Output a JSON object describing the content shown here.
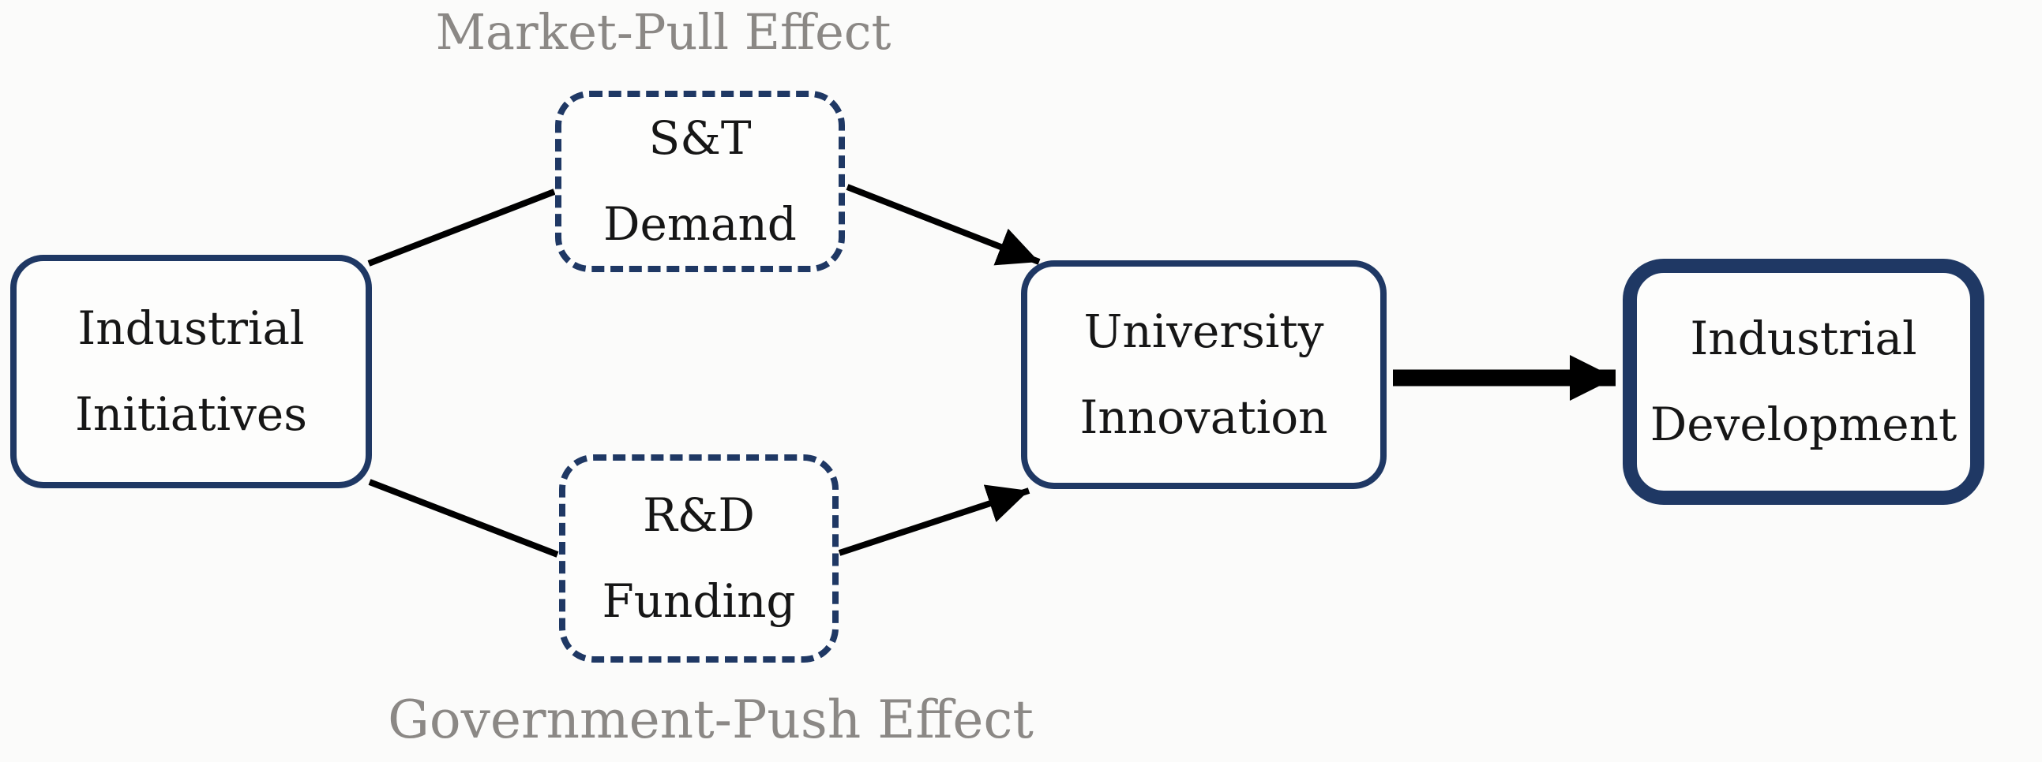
{
  "diagram": {
    "labels": {
      "top": "Market-Pull Effect",
      "bottom": "Government-Push Effect"
    },
    "nodes": {
      "industrial_initiatives": {
        "line1": "Industrial",
        "line2": "Initiatives",
        "border_style": "solid"
      },
      "st_demand": {
        "line1": "S&T",
        "line2": "Demand",
        "border_style": "dashed"
      },
      "rd_funding": {
        "line1": "R&D",
        "line2": "Funding",
        "border_style": "dashed"
      },
      "university_innovation": {
        "line1": "University",
        "line2": "Innovation",
        "border_style": "solid"
      },
      "industrial_development": {
        "line1": "Industrial",
        "line2": "Development",
        "border_style": "solid-thick"
      }
    },
    "edges": [
      {
        "from": "industrial_initiatives",
        "to": "st_demand",
        "arrowhead": false,
        "weight": "thin"
      },
      {
        "from": "st_demand",
        "to": "university_innovation",
        "arrowhead": true,
        "weight": "thin"
      },
      {
        "from": "industrial_initiatives",
        "to": "rd_funding",
        "arrowhead": false,
        "weight": "thin"
      },
      {
        "from": "rd_funding",
        "to": "university_innovation",
        "arrowhead": true,
        "weight": "thin"
      },
      {
        "from": "university_innovation",
        "to": "industrial_development",
        "arrowhead": true,
        "weight": "thick"
      }
    ],
    "colors": {
      "border_navy": "#1f3864",
      "node_text": "#161616",
      "label_gray": "#8b8885",
      "arrow_black": "#000000",
      "background": "#fbfbfa"
    }
  }
}
